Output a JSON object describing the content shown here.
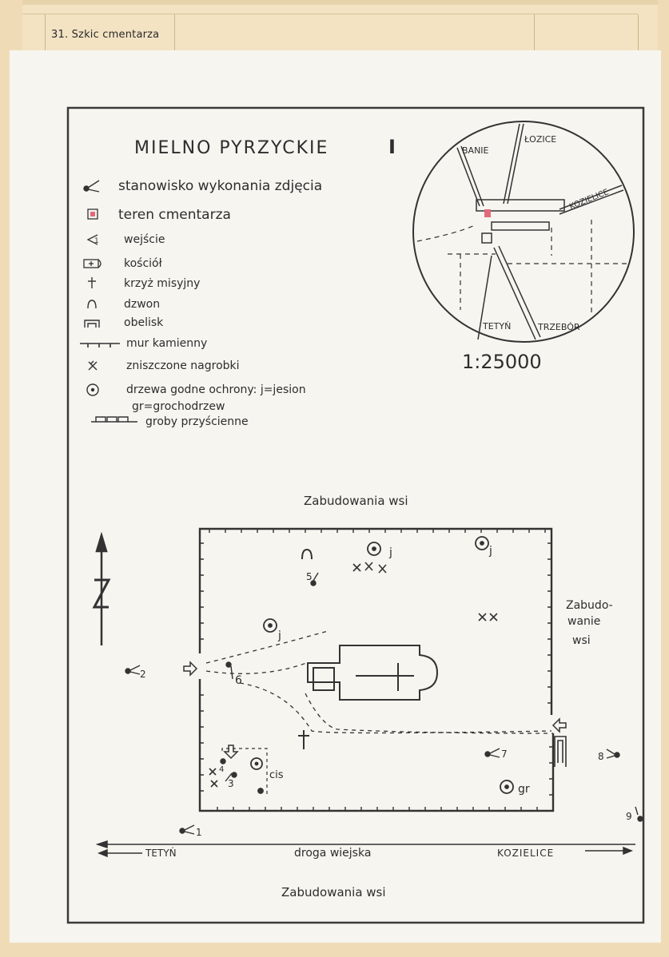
{
  "header": {
    "label": "31. Szkic cmentarza"
  },
  "map": {
    "title": "MIELNO PYRZYCKIE",
    "title_suffix": "I",
    "scale": "1:25000",
    "legend": [
      {
        "icon": "camera-position-icon",
        "text": "stanowisko wykonania zdjęcia"
      },
      {
        "icon": "cemetery-area-icon",
        "text": "teren cmentarza"
      },
      {
        "icon": "entrance-icon",
        "text": "wejście"
      },
      {
        "icon": "church-icon",
        "text": "kościół"
      },
      {
        "icon": "mission-cross-icon",
        "text": "krzyż misyjny"
      },
      {
        "icon": "bell-icon",
        "text": "dzwon"
      },
      {
        "icon": "obelisk-icon",
        "text": "obelisk"
      },
      {
        "icon": "stone-wall-icon",
        "text": "mur kamienny"
      },
      {
        "icon": "destroyed-gravestones-icon",
        "text": "zniszczone nagrobki"
      },
      {
        "icon": "protected-tree-icon",
        "text": "drzewa godne ochrony: j=jesion"
      },
      {
        "icon": "",
        "text": "gr=grochodrzew"
      },
      {
        "icon": "wall-graves-icon",
        "text": "groby przyścienne"
      }
    ],
    "inset": {
      "labels": {
        "banie": "BANIE",
        "lozice": "ŁOZICE",
        "kozielice": "KOZIELICE",
        "tetyn": "TETYŃ",
        "trzebor": "TRZEBÓR"
      },
      "colors": {
        "cemetery": "#e06a7a"
      }
    },
    "plan": {
      "top_label": "Zabudowania wsi",
      "right_label_1": "Zabudo-",
      "right_label_2": "wanie",
      "right_label_3": "wsi",
      "bottom_label": "Zabudowania wsi",
      "road_label": "droga wiejska",
      "road_left": "TETYŃ",
      "road_right": "KOZIELICE",
      "tree_labels": {
        "j1": "j",
        "j2": "j",
        "j3": "j",
        "cis": "cis",
        "gr": "gr"
      },
      "photo_points": [
        "1",
        "2",
        "3",
        "4",
        "5",
        "6",
        "7",
        "8",
        "9"
      ]
    }
  }
}
